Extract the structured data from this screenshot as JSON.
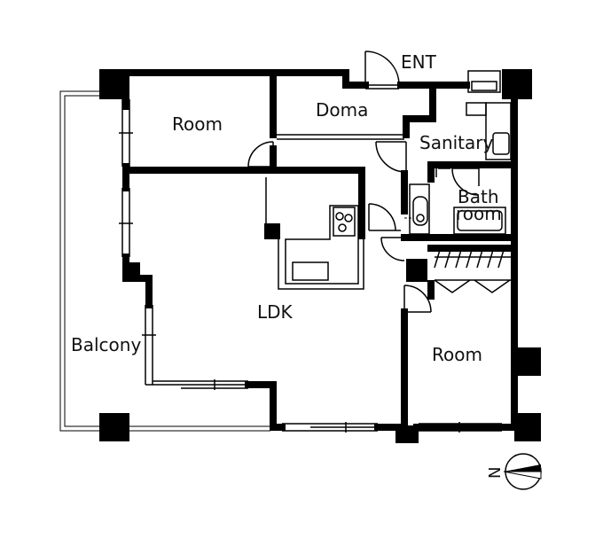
{
  "plan": {
    "labels": {
      "ent": "ENT",
      "doma": "Doma",
      "room_top": "Room",
      "sanitary": "Sanitary",
      "bath_line1": "Bath",
      "bath_line2": "room",
      "ldk": "LDK",
      "balcony": "Balcony",
      "room_bottom": "Room"
    },
    "compass": {
      "label": "N"
    }
  }
}
